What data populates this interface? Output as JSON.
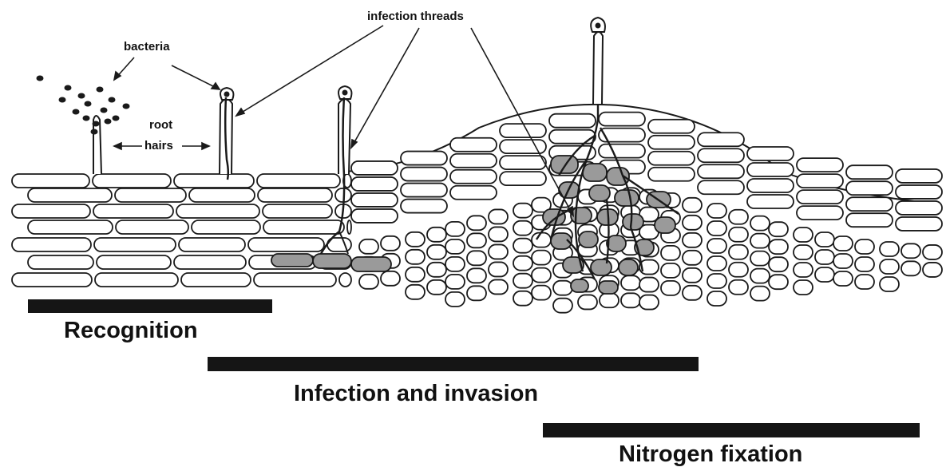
{
  "labels": {
    "bacteria": "bacteria",
    "infection_threads": "infection threads",
    "root": "root",
    "hairs": "hairs"
  },
  "stages": [
    {
      "label": "Recognition"
    },
    {
      "label": "Infection and invasion"
    },
    {
      "label": "Nitrogen fixation"
    }
  ],
  "colors": {
    "ink": "#1a1a1a",
    "cell_fill": "#ffffff",
    "infected_cell": "#9a9a9a",
    "bar": "#151515"
  }
}
